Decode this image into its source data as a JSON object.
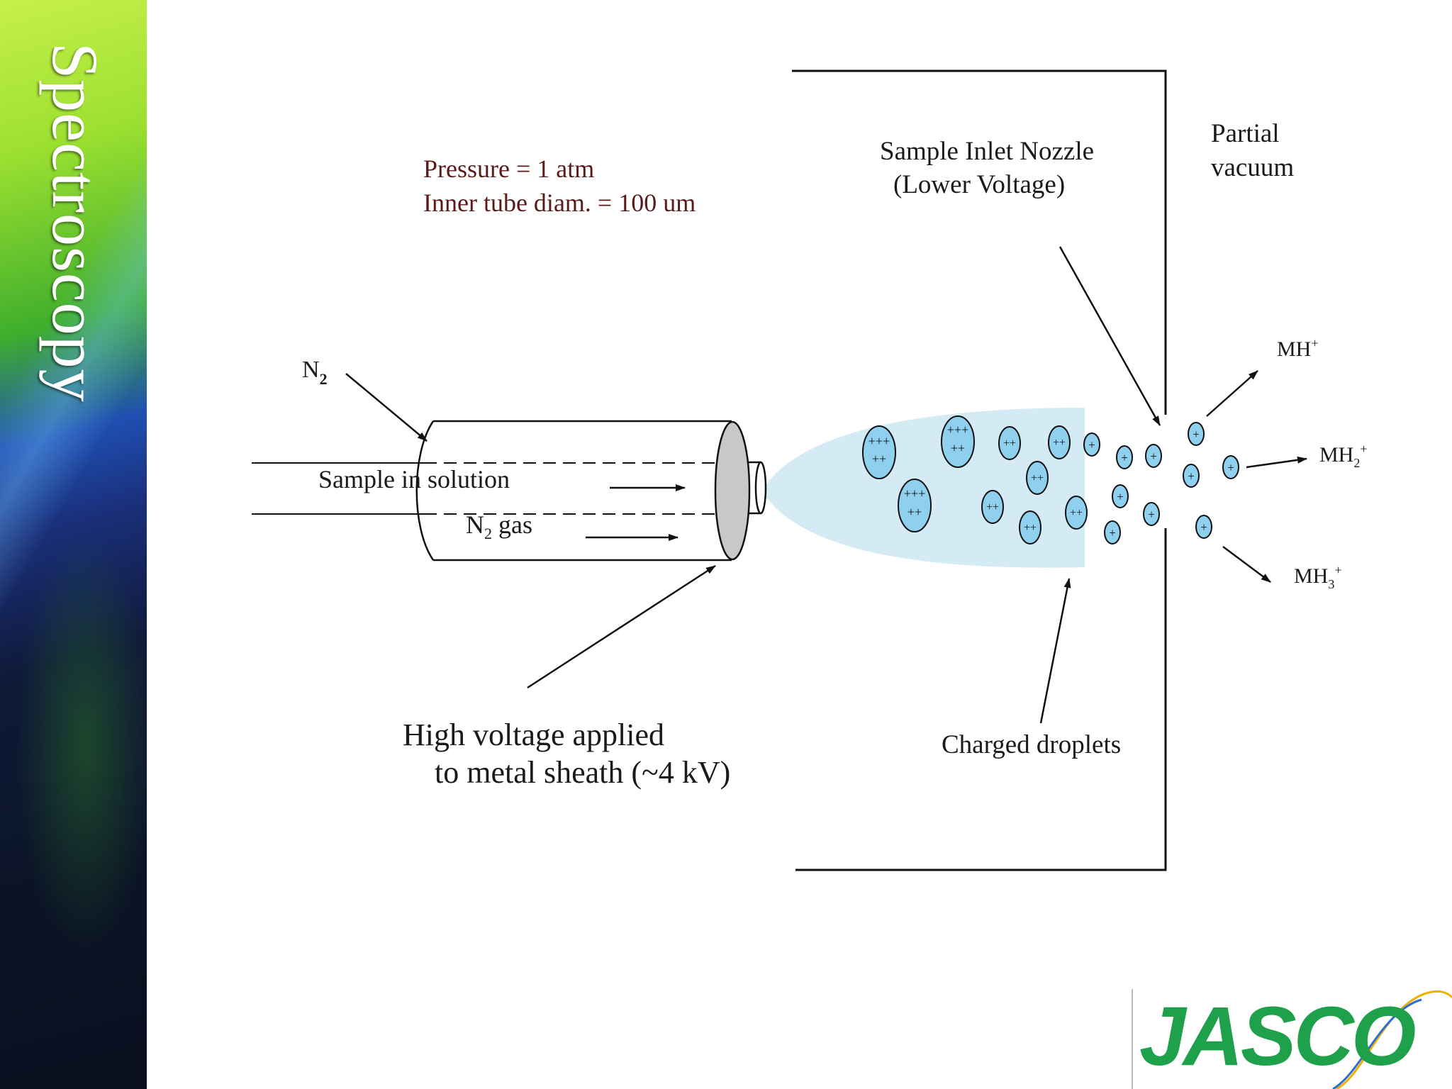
{
  "sidebar": {
    "title": "Spectroscopy"
  },
  "diagram": {
    "conditions_line1": "Pressure = 1 atm",
    "conditions_line2": "Inner tube diam. = 100 um",
    "nozzle_line1": "Sample Inlet Nozzle",
    "nozzle_line2": "(Lower Voltage)",
    "vacuum_line1": "Partial",
    "vacuum_line2": "vacuum",
    "n2_label": "N",
    "n2_sub": "2",
    "sample_label": "Sample in solution",
    "gas_label_main": "N",
    "gas_label_sub": "2",
    "gas_label_rest": " gas",
    "hv_line1": "High voltage applied",
    "hv_line2": "to metal sheath (~4 kV)",
    "droplets_label": "Charged droplets",
    "ion1": {
      "base": "MH",
      "sub": "",
      "sup": "+"
    },
    "ion2": {
      "base": "MH",
      "sub": "2",
      "sup": "+"
    },
    "ion3": {
      "base": "MH",
      "sub": "3",
      "sup": "+"
    }
  },
  "logo": {
    "text": "JASCO"
  },
  "colors": {
    "plume": "#d4eaf4",
    "droplet": "#8fd0ee",
    "sheath": "#c8c8c8",
    "condition_text": "#5a1a1a",
    "logo_green": "#1fa04a"
  }
}
